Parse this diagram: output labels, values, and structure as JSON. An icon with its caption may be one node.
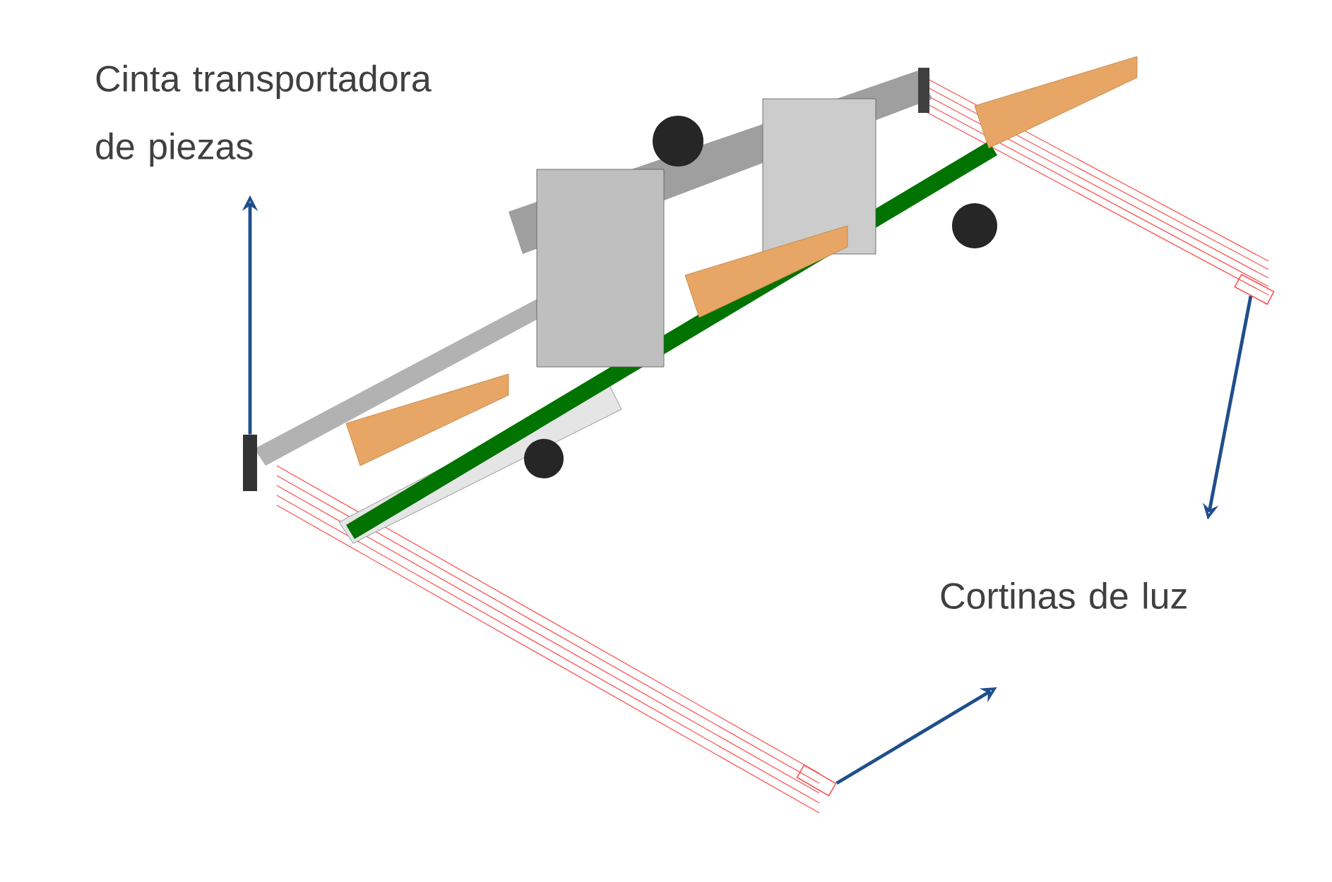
{
  "diagram": {
    "nodes": [
      {
        "text": [
          "Cinta transportadora de piezas"
        ]
      },
      {
        "text": [
          "Cortinas de luz"
        ]
      },
      {
        "text": [],
        "shape": "box"
      },
      {
        "text": [],
        "shape": "box"
      },
      {
        "text": [],
        "shape": "box"
      }
    ],
    "edges": [
      {
        "from": 2,
        "to": 0,
        "arrow": "to"
      },
      {
        "from": 3,
        "to": 1,
        "arrow": "to"
      },
      {
        "from": 4,
        "to": 1,
        "arrow": "to"
      }
    ]
  }
}
